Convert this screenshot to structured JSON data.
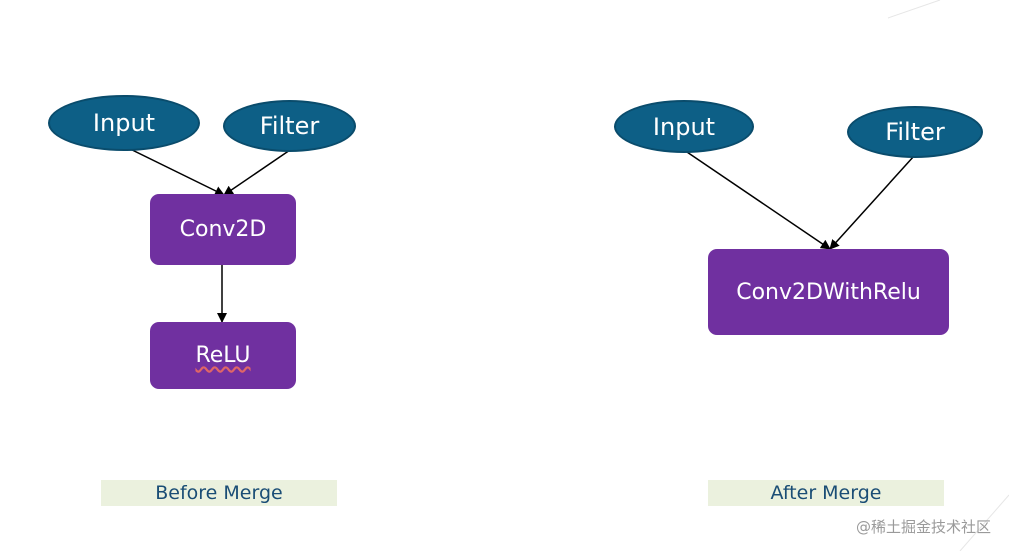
{
  "before": {
    "input": "Input",
    "filter": "Filter",
    "conv": "Conv2D",
    "relu": "ReLU",
    "caption": "Before Merge"
  },
  "after": {
    "input": "Input",
    "filter": "Filter",
    "fused": "Conv2DWithRelu",
    "caption": "After Merge"
  },
  "watermark": "@稀土掘金技术社区",
  "colors": {
    "input_node": "#0d5f86",
    "op_node": "#7030a0",
    "caption_bg": "#ebf1de",
    "caption_text": "#1a4d75"
  }
}
